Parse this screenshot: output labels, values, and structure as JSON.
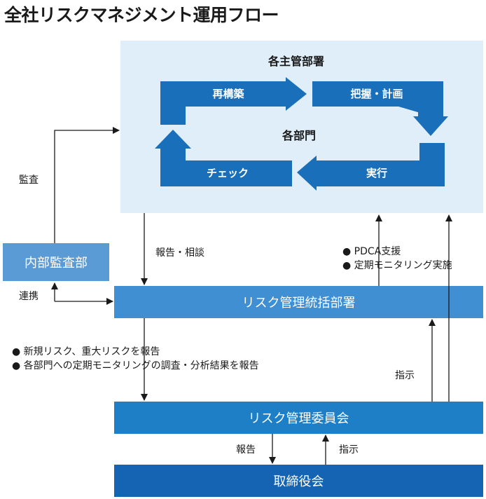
{
  "title": "全社リスクマネジメント運用フロー",
  "departments": {
    "header": "各主管部署",
    "center": "各部門",
    "cycle": {
      "re_build": "再構築",
      "grasp_plan": "把握・計画",
      "execute": "実行",
      "check": "チェック"
    }
  },
  "boxes": {
    "internal_audit": "内部監査部",
    "risk_management_dept": "リスク管理統括部署",
    "risk_committee": "リスク管理委員会",
    "board": "取締役会"
  },
  "labels": {
    "audit": "監査",
    "liaison": "連携",
    "report_consult": "報告・相談",
    "support_items": [
      "PDCA支援",
      "定期モニタリング実施"
    ],
    "report_items": [
      "新規リスク、重大リスクを報告",
      "各部門への定期モニタリングの調査・分析結果を報告"
    ],
    "instruction_upper": "指示",
    "report_lower": "報告",
    "instruction_lower": "指示"
  },
  "colors": {
    "panel_bg": "#dfeef9",
    "cycle_arrow": "#1a6fba",
    "internal_audit_box": "#5b9bd5",
    "risk_dept_bar": "#3f8fd2",
    "committee_bar": "#1f7fc6",
    "board_bar": "#1464b3"
  }
}
